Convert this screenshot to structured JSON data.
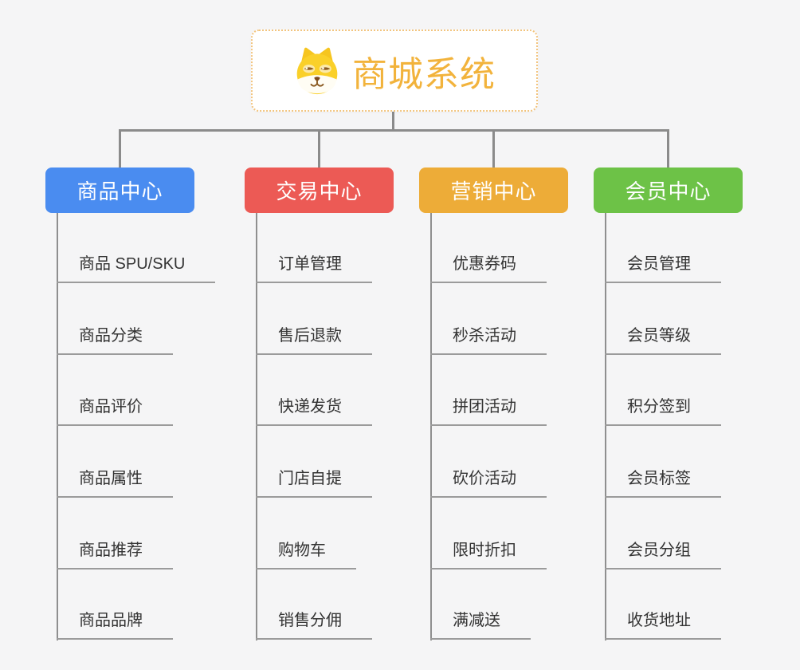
{
  "root": {
    "title": "商城系统",
    "icon": "dog-face",
    "border_color": "#f2c47e",
    "text_color": "#f2b33c"
  },
  "branches": [
    {
      "label": "商品中心",
      "color": "#4a8cf0",
      "items": [
        "商品 SPU/SKU",
        "商品分类",
        "商品评价",
        "商品属性",
        "商品推荐",
        "商品品牌"
      ]
    },
    {
      "label": "交易中心",
      "color": "#ec5a55",
      "items": [
        "订单管理",
        "售后退款",
        "快递发货",
        "门店自提",
        "购物车",
        "销售分佣"
      ]
    },
    {
      "label": "营销中心",
      "color": "#edac38",
      "items": [
        "优惠券码",
        "秒杀活动",
        "拼团活动",
        "砍价活动",
        "限时折扣",
        "满减送"
      ]
    },
    {
      "label": "会员中心",
      "color": "#6dc247",
      "items": [
        "会员管理",
        "会员等级",
        "积分签到",
        "会员标签",
        "会员分组",
        "收货地址"
      ]
    }
  ],
  "colors": {
    "background": "#f5f5f6",
    "connector": "#8b8b8b",
    "leaf_underline": "#9b9b9b",
    "leaf_text": "#333333"
  }
}
